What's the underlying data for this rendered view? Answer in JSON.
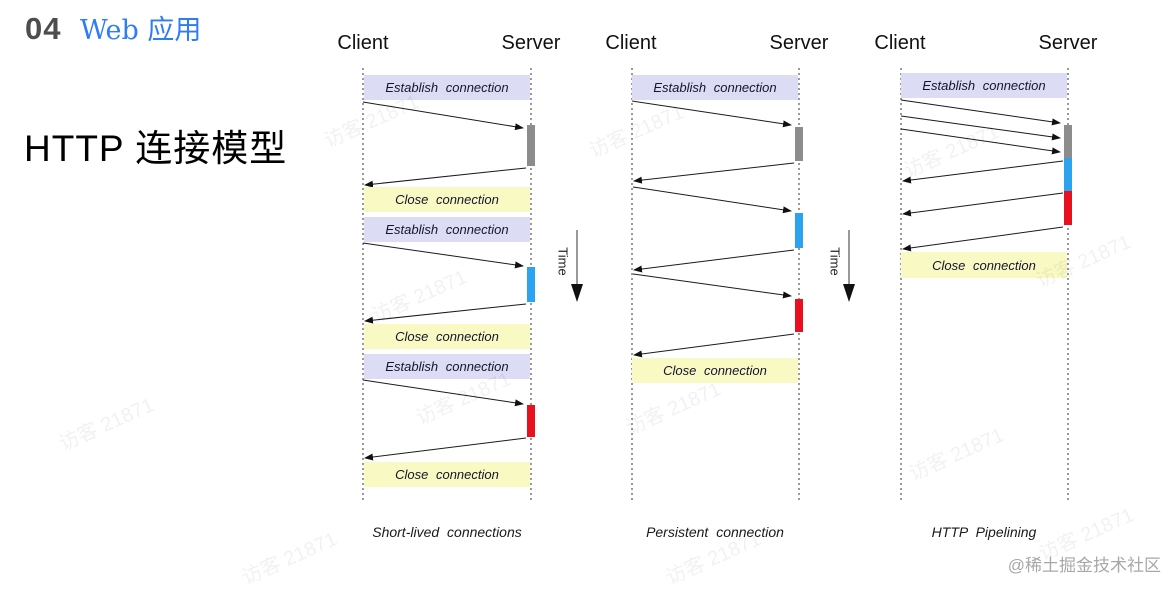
{
  "header": {
    "section_number": "04",
    "section_title": "Web 应用"
  },
  "heading": "HTTP 连接模型",
  "labels": {
    "client": "Client",
    "server": "Server",
    "establish_connection": "Establish connection",
    "close_connection": "Close connection",
    "time": "Time"
  },
  "diagrams": [
    {
      "caption": "Short-lived connections",
      "connections": 3,
      "requests_per_connection": 1,
      "activation_colors": [
        "#8c8c8c",
        "#2ba3ef",
        "#e8101e"
      ]
    },
    {
      "caption": "Persistent connection",
      "connections": 1,
      "requests_per_connection": 3,
      "activation_colors": [
        "#8c8c8c",
        "#2ba3ef",
        "#e8101e"
      ]
    },
    {
      "caption": "HTTP Pipelining",
      "connections": 1,
      "requests_per_connection": 3,
      "activation_colors": [
        "#8c8c8c",
        "#2ba3ef",
        "#e8101e"
      ]
    }
  ],
  "colors": {
    "establish_band": "#dcdcf4",
    "close_band": "#f9f9c4",
    "accent_blue": "#2e7cf6",
    "bar_gray": "#8c8c8c",
    "bar_blue": "#2ba3ef",
    "bar_red": "#e8101e"
  },
  "watermark": {
    "tile_text": "访客 21871",
    "footer_text": "@稀土掘金技术社区"
  }
}
